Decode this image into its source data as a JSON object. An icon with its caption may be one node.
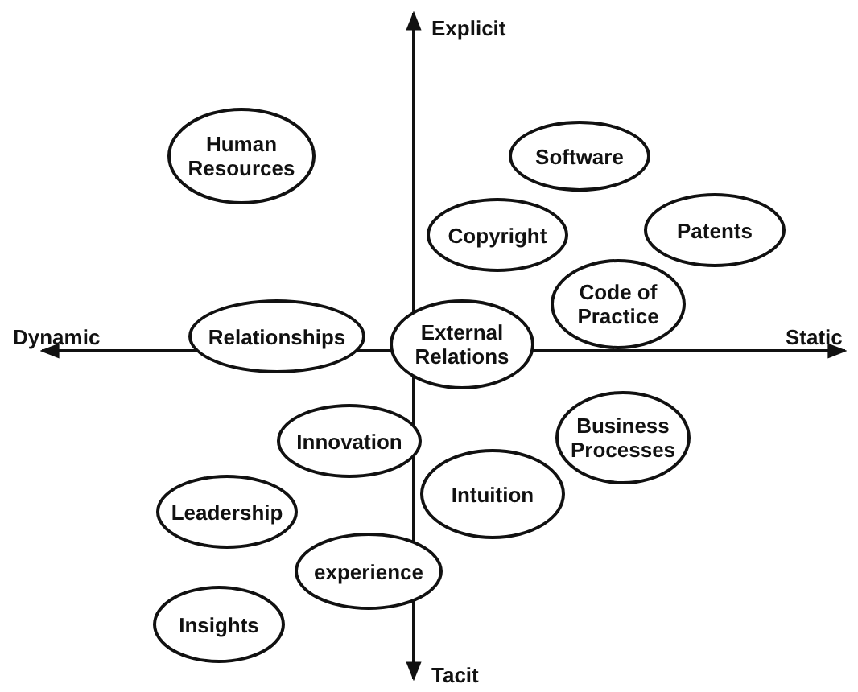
{
  "diagram": {
    "nodes": [
      {
        "text": [
          "Human Resources"
        ]
      },
      {
        "text": [
          "Software"
        ]
      },
      {
        "text": [
          "Copyright"
        ]
      },
      {
        "text": [
          "Patents"
        ]
      },
      {
        "text": [
          "Code of Practice"
        ]
      },
      {
        "text": [
          "Relationships"
        ]
      },
      {
        "text": [
          "External Relations"
        ]
      },
      {
        "text": [
          "Innovation"
        ]
      },
      {
        "text": [
          "Business Processes"
        ]
      },
      {
        "text": [
          "Intuition"
        ]
      },
      {
        "text": [
          "Leadership"
        ]
      },
      {
        "text": [
          "experience"
        ]
      },
      {
        "text": [
          "Insights"
        ]
      }
    ],
    "labels": [
      "Explicit",
      "Dynamic",
      "Static",
      "Tacit"
    ]
  }
}
